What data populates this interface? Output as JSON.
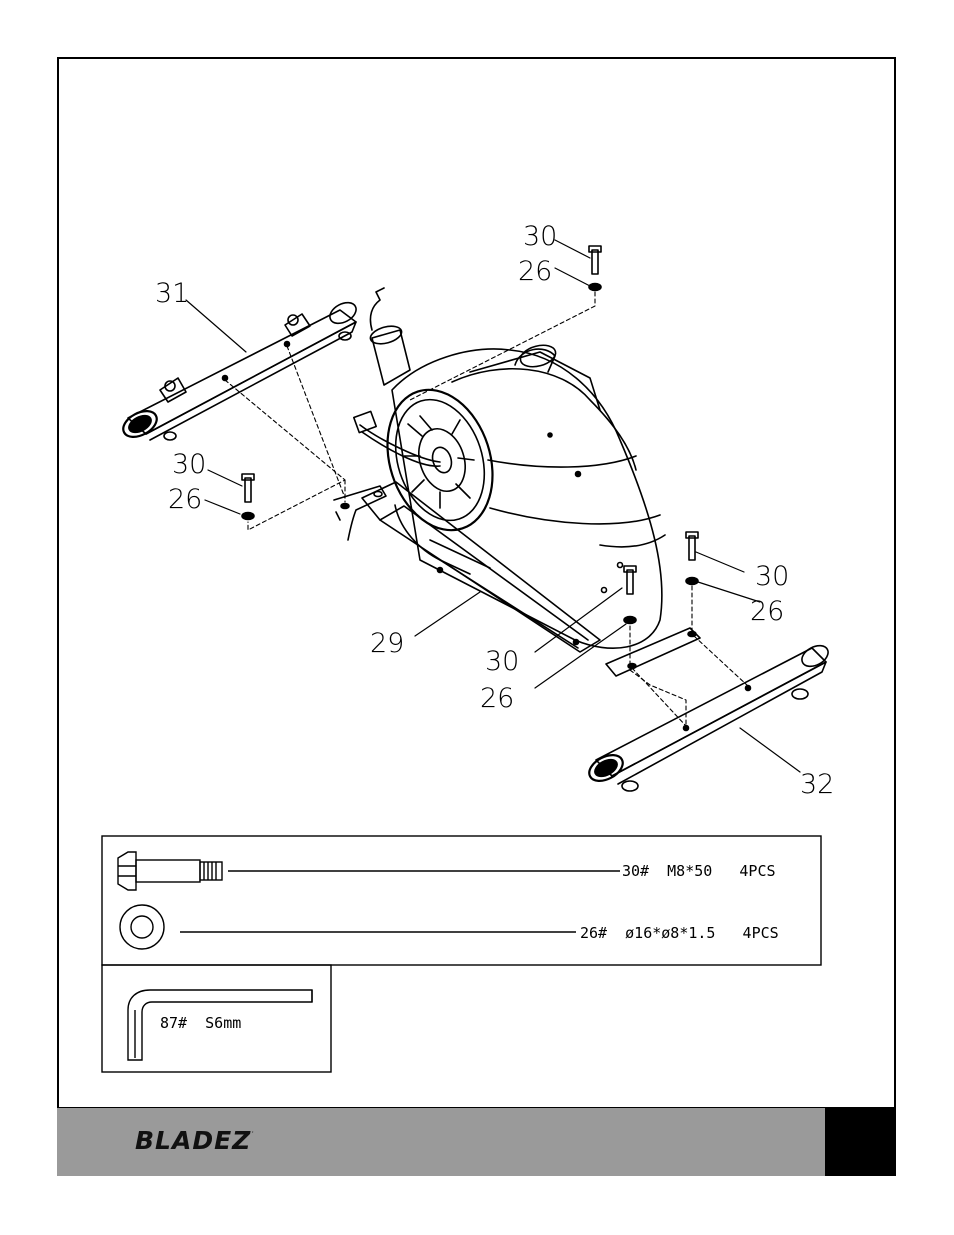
{
  "diagram": {
    "callouts": {
      "bolt_top_right": "30",
      "washer_top_right": "26",
      "front_stabilizer": "31",
      "bolt_left": "30",
      "washer_left": "26",
      "main_frame": "29",
      "bolt_rear_right": "30",
      "washer_rear_right": "26",
      "bolt_rear_center": "30",
      "washer_rear_center": "26",
      "rear_stabilizer": "32"
    }
  },
  "hardware": {
    "bolt": {
      "label": "30#  M8*50   4PCS",
      "icon": "hex-bolt-icon"
    },
    "washer": {
      "label": "26#  ø16*ø8*1.5   4PCS",
      "icon": "washer-icon"
    },
    "allen_key": {
      "label": "87#  S6mm",
      "icon": "allen-key-icon"
    }
  },
  "footer": {
    "brand": "BLADEZ",
    "brand_mark": "·"
  },
  "colors": {
    "footer_gray": "#9a9a9a",
    "footer_black": "#000000",
    "line": "#000000"
  }
}
